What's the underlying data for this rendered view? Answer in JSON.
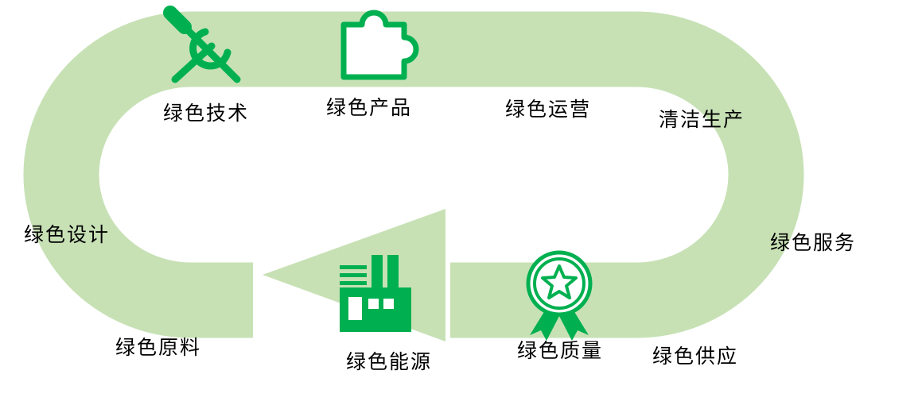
{
  "diagram": {
    "type": "green-manufacturing-cycle",
    "colors": {
      "band": "#c7e1b5",
      "icon_green": "#00b050",
      "text": "#000000"
    },
    "labels": [
      {
        "id": "green-technology",
        "text": "绿色技术"
      },
      {
        "id": "green-product",
        "text": "绿色产品"
      },
      {
        "id": "green-operations",
        "text": "绿色运营"
      },
      {
        "id": "clean-production",
        "text": "清洁生产"
      },
      {
        "id": "green-service",
        "text": "绿色服务"
      },
      {
        "id": "green-supply",
        "text": "绿色供应"
      },
      {
        "id": "green-quality",
        "text": "绿色质量"
      },
      {
        "id": "green-energy",
        "text": "绿色能源"
      },
      {
        "id": "green-raw-material",
        "text": "绿色原料"
      },
      {
        "id": "green-design",
        "text": "绿色设计"
      }
    ],
    "icons": [
      {
        "name": "tools-icon",
        "near_label": "绿色技术"
      },
      {
        "name": "puzzle-icon",
        "near_label": "绿色产品"
      },
      {
        "name": "factory-icon",
        "near_label": "绿色能源"
      },
      {
        "name": "medal-icon",
        "near_label": "绿色质量"
      }
    ]
  }
}
